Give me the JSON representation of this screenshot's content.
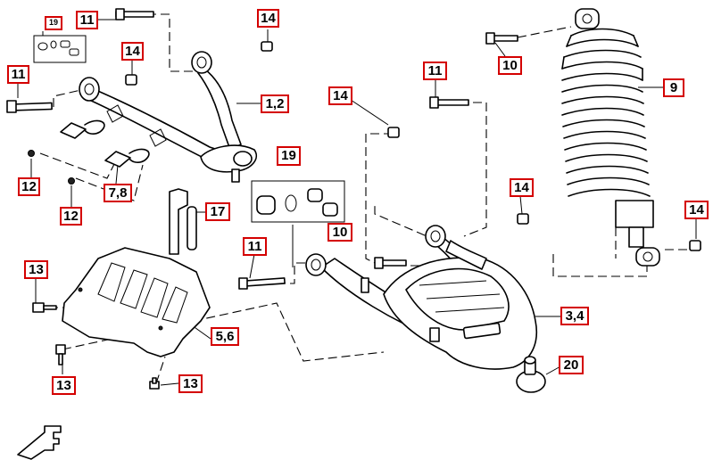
{
  "diagram": {
    "callouts": {
      "c19_small": "19",
      "c11_top": "11",
      "c14_top": "14",
      "c14_arm": "14",
      "c11_left": "11",
      "c1_2": "1,2",
      "c12_a": "12",
      "c12_b": "12",
      "c7_8": "7,8",
      "c19_mid": "19",
      "c17": "17",
      "c10_mid": "10",
      "c14_mid": "14",
      "c11_mid": "11",
      "c10_right": "10",
      "c9": "9",
      "c14_right": "14",
      "c14_far": "14",
      "c11_lower": "11",
      "c13_a": "13",
      "c13_b": "13",
      "c13_c": "13",
      "c5_6": "5,6",
      "c3_4": "3,4",
      "c20": "20"
    }
  }
}
